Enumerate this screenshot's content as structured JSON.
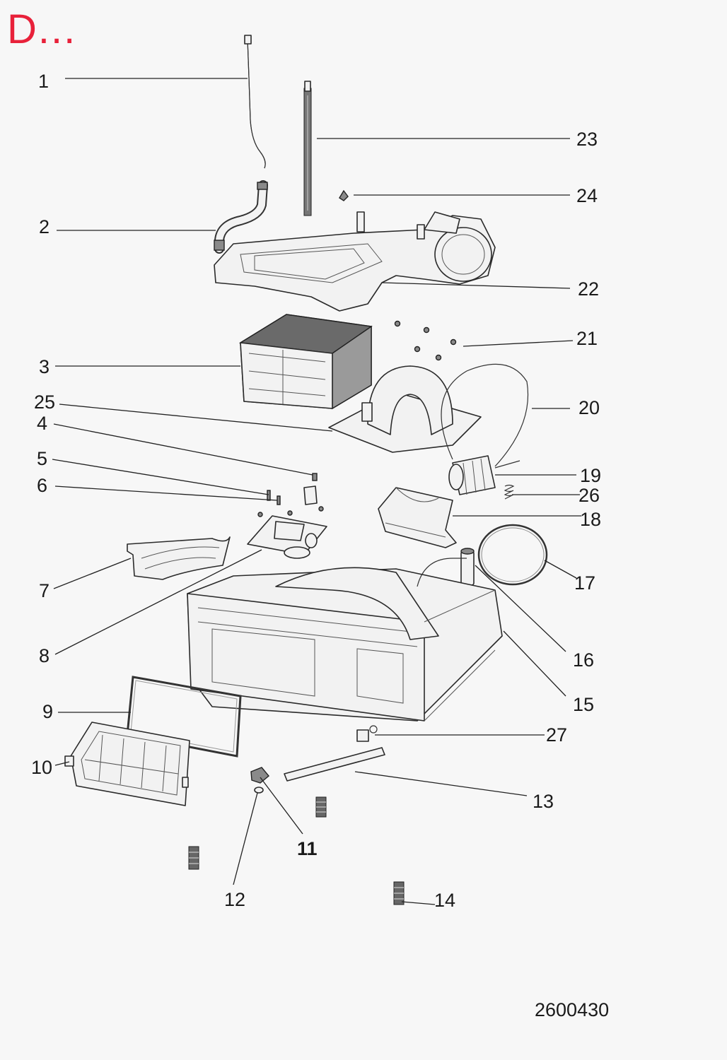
{
  "header": {
    "title": "D..."
  },
  "doc_number": "2600430",
  "colors": {
    "title": "#e8213a",
    "line": "#222222",
    "part_fill": "#f2f2f2"
  },
  "callouts": [
    "1",
    "2",
    "3",
    "4",
    "5",
    "6",
    "7",
    "8",
    "9",
    "10",
    "11",
    "12",
    "13",
    "14",
    "15",
    "16",
    "17",
    "18",
    "19",
    "20",
    "21",
    "22",
    "23",
    "24",
    "25",
    "26",
    "27"
  ]
}
